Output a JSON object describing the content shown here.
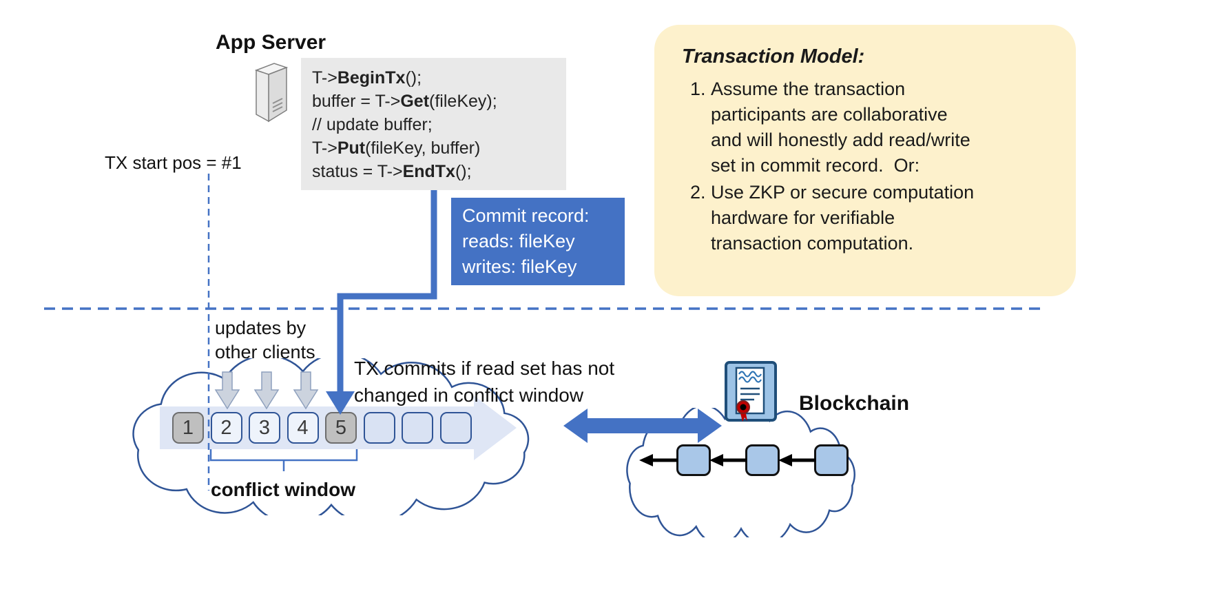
{
  "colors": {
    "accent_blue": "#4472c4",
    "dark_blue": "#2f5496",
    "note_bg": "#fdf1cc",
    "code_bg": "#e9e9e9",
    "block_gray": "#bfbfbf",
    "block_light": "#eef3fb",
    "block_empty": "#d9e2f3",
    "chain_block_fill": "#a9c7e8",
    "gray_arrow_fill": "#ccd3de",
    "gray_arrow_stroke": "#8ea0bd"
  },
  "app_server": {
    "title": "App Server",
    "code": [
      {
        "pre": "T->",
        "bold": "BeginTx",
        "post": "();"
      },
      {
        "pre": "buffer = T->",
        "bold": "Get",
        "post": "(fileKey);"
      },
      {
        "pre": "// update buffer;",
        "bold": "",
        "post": ""
      },
      {
        "pre": "T->",
        "bold": "Put",
        "post": "(fileKey, buffer)"
      },
      {
        "pre": "status = T->",
        "bold": "EndTx",
        "post": "();"
      }
    ]
  },
  "commit_record": {
    "text": "Commit record:\nreads: fileKey\nwrites: fileKey"
  },
  "transaction_model": {
    "title": "Transaction Model:",
    "items": [
      "Assume the transaction\nparticipants are collaborative\nand will honestly add read/write\nset in commit record.  Or:",
      "Use ZKP or secure computation\nhardware for verifiable\ntransaction computation."
    ]
  },
  "labels": {
    "tx_start": "TX start pos = #1",
    "updates": "updates by\nother clients",
    "tx_commits": "TX commits if read set has not\nchanged in conflict window",
    "conflict_window": "conflict window",
    "blockchain": "Blockchain"
  },
  "ledger": {
    "blocks": [
      {
        "label": "1",
        "state": "gray"
      },
      {
        "label": "2",
        "state": "light"
      },
      {
        "label": "3",
        "state": "light"
      },
      {
        "label": "4",
        "state": "light"
      },
      {
        "label": "5",
        "state": "gray"
      },
      {
        "label": "",
        "state": "empty"
      },
      {
        "label": "",
        "state": "empty"
      },
      {
        "label": "",
        "state": "empty"
      }
    ]
  },
  "icons": [
    "server-icon",
    "certificate-icon",
    "update-arrow-icon",
    "sync-double-arrow-icon"
  ]
}
